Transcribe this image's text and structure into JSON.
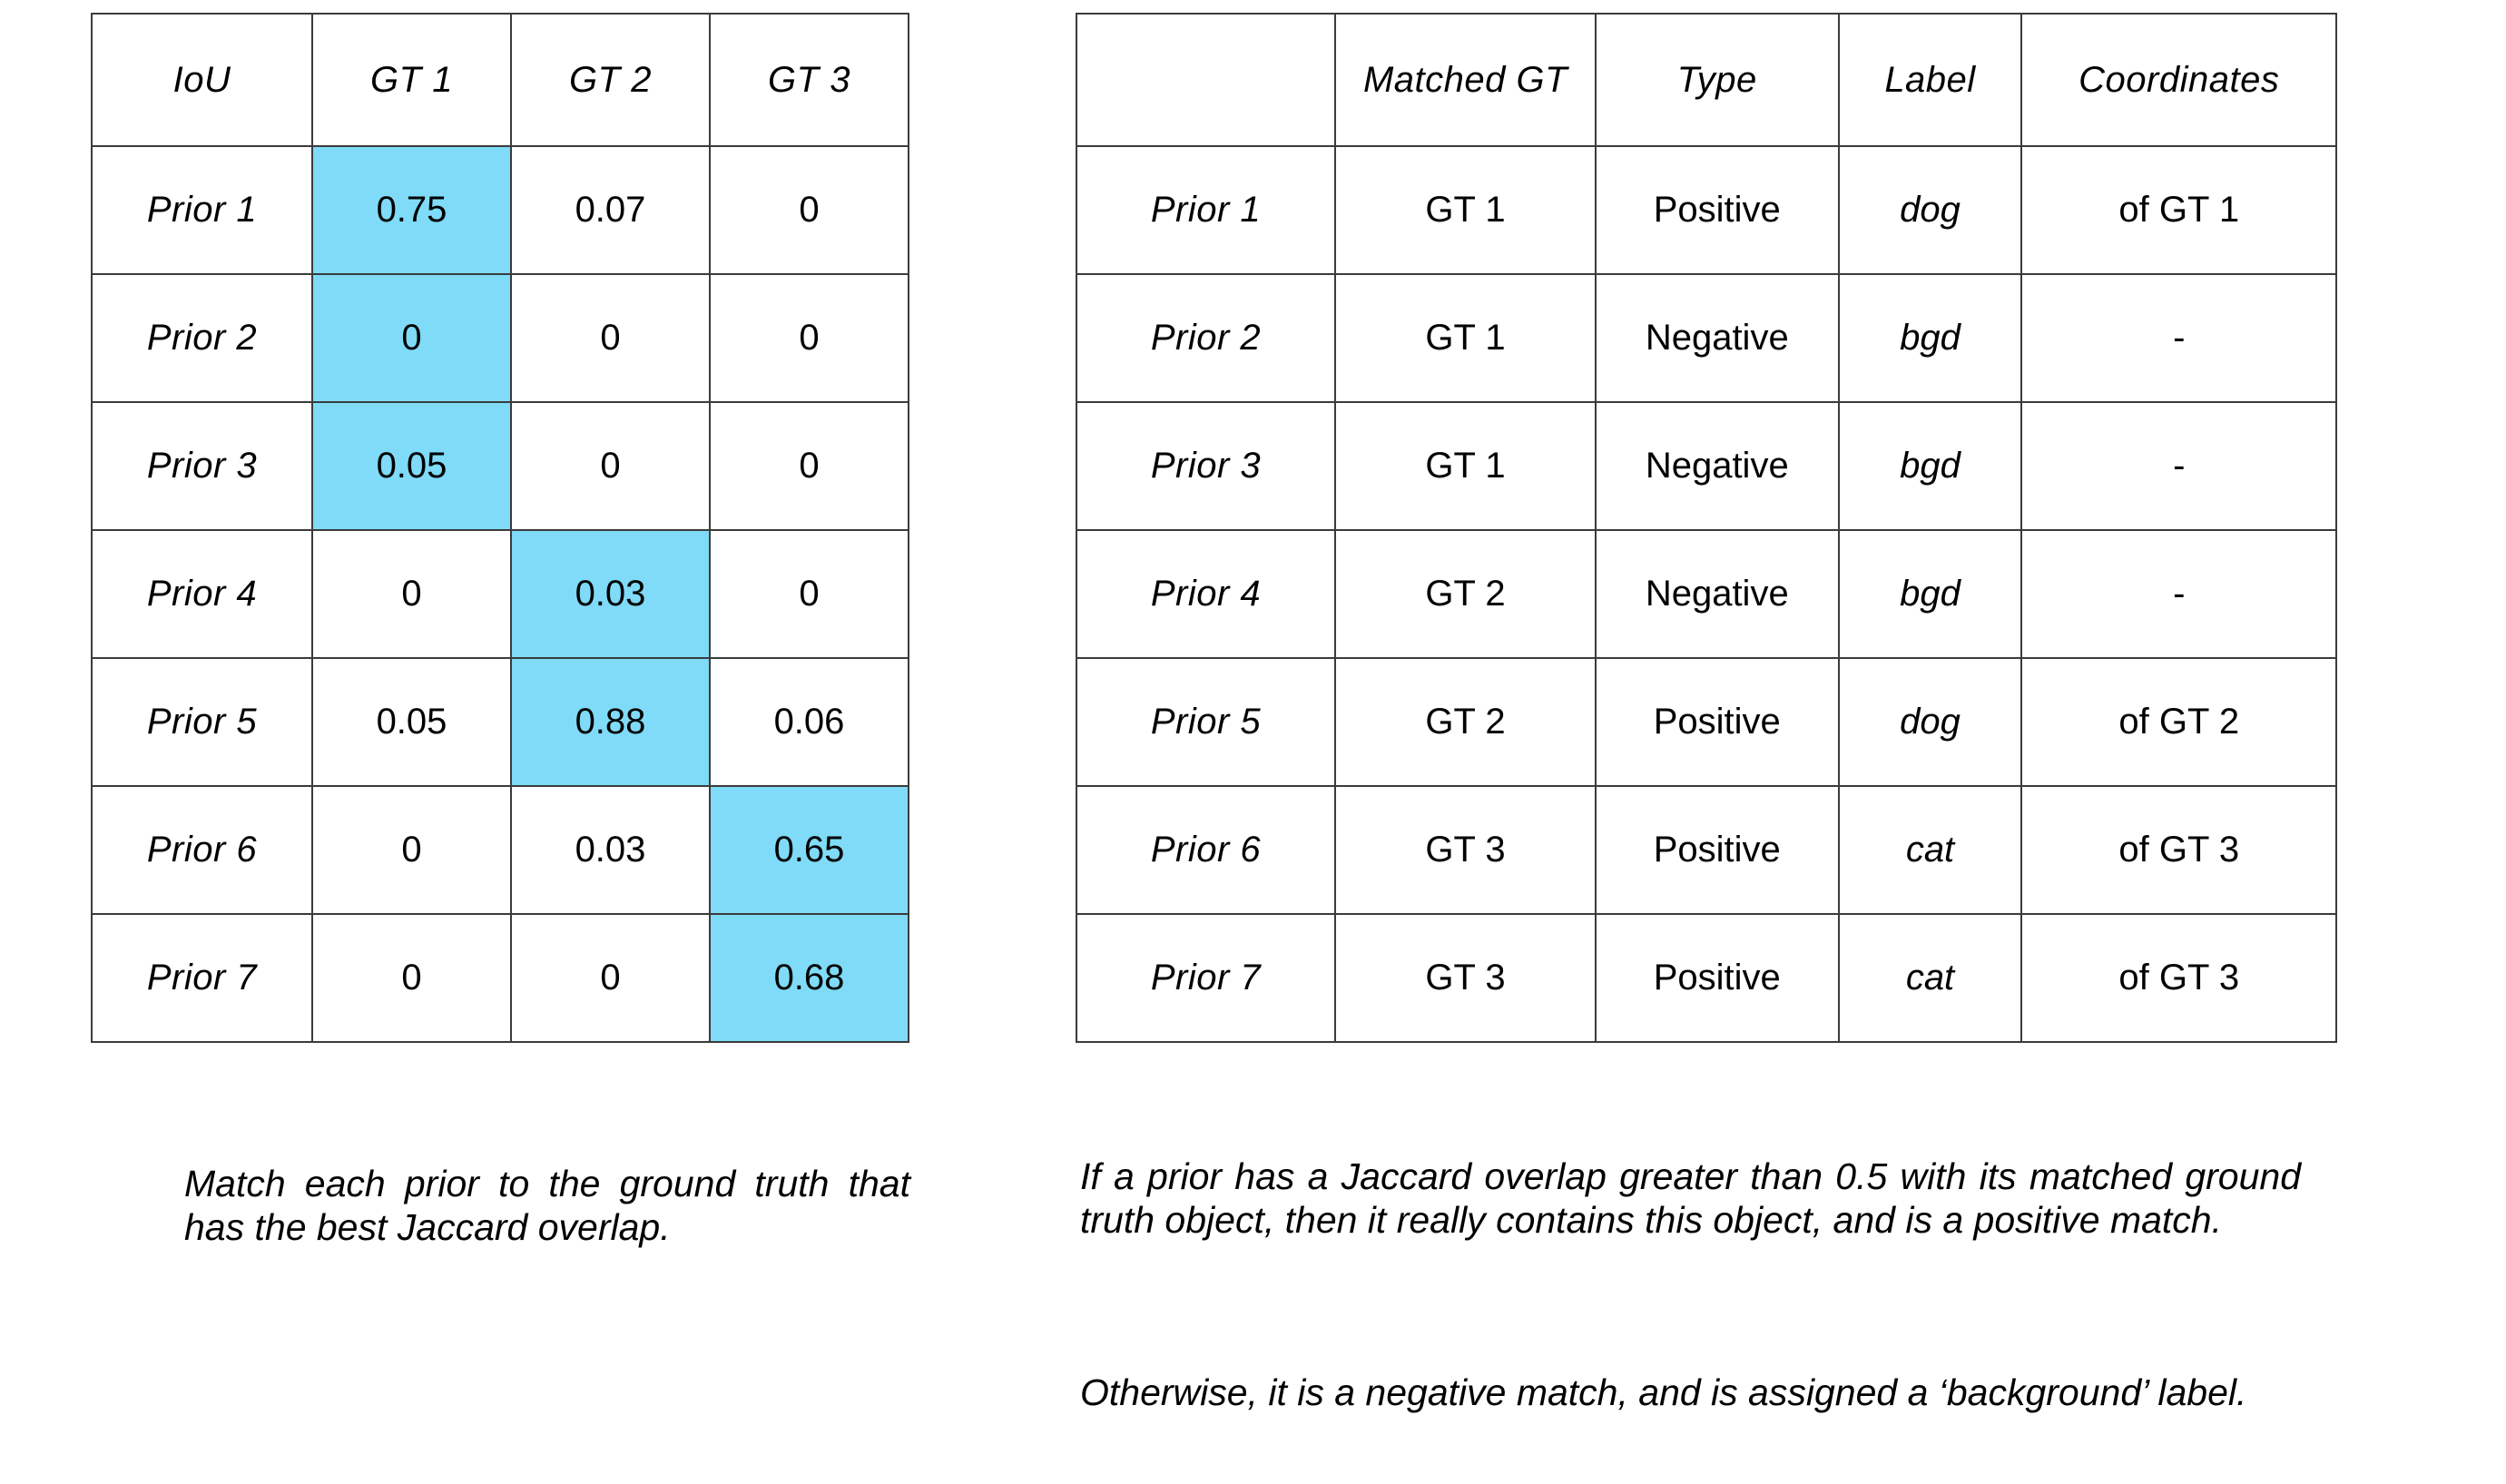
{
  "colors": {
    "highlight": "#7FDBF7",
    "header_bg": "#EFEFEF",
    "border": "#3B3B3B",
    "text": "#000000",
    "page_bg": "#FFFFFF"
  },
  "iou_table": {
    "name": "jaccard-overlap-matrix",
    "headers": [
      "IoU",
      "GT 1",
      "GT 2",
      "GT 3"
    ],
    "rows": [
      {
        "label": "Prior 1",
        "values": [
          "0.75",
          "0.07",
          "0"
        ],
        "highlight": [
          true,
          false,
          false
        ]
      },
      {
        "label": "Prior 2",
        "values": [
          "0",
          "0",
          "0"
        ],
        "highlight": [
          true,
          false,
          false
        ]
      },
      {
        "label": "Prior 3",
        "values": [
          "0.05",
          "0",
          "0"
        ],
        "highlight": [
          true,
          false,
          false
        ]
      },
      {
        "label": "Prior 4",
        "values": [
          "0",
          "0.03",
          "0"
        ],
        "highlight": [
          false,
          true,
          false
        ]
      },
      {
        "label": "Prior 5",
        "values": [
          "0.05",
          "0.88",
          "0.06"
        ],
        "highlight": [
          false,
          true,
          false
        ]
      },
      {
        "label": "Prior 6",
        "values": [
          "0",
          "0.03",
          "0.65"
        ],
        "highlight": [
          false,
          false,
          true
        ]
      },
      {
        "label": "Prior 7",
        "values": [
          "0",
          "0",
          "0.68"
        ],
        "highlight": [
          false,
          false,
          true
        ]
      }
    ]
  },
  "match_table": {
    "name": "prior-matching-results",
    "headers": [
      "",
      "Matched GT",
      "Type",
      "Label",
      "Coordinates"
    ],
    "rows": [
      {
        "label": "Prior 1",
        "matched_gt": "GT 1",
        "type": "Positive",
        "class_label": "dog",
        "coordinates": "of GT 1"
      },
      {
        "label": "Prior 2",
        "matched_gt": "GT 1",
        "type": "Negative",
        "class_label": "bgd",
        "coordinates": "-"
      },
      {
        "label": "Prior 3",
        "matched_gt": "GT 1",
        "type": "Negative",
        "class_label": "bgd",
        "coordinates": "-"
      },
      {
        "label": "Prior 4",
        "matched_gt": "GT 2",
        "type": "Negative",
        "class_label": "bgd",
        "coordinates": "-"
      },
      {
        "label": "Prior 5",
        "matched_gt": "GT 2",
        "type": "Positive",
        "class_label": "dog",
        "coordinates": "of GT 2"
      },
      {
        "label": "Prior 6",
        "matched_gt": "GT 3",
        "type": "Positive",
        "class_label": "cat",
        "coordinates": "of GT 3"
      },
      {
        "label": "Prior 7",
        "matched_gt": "GT 3",
        "type": "Positive",
        "class_label": "cat",
        "coordinates": "of GT 3"
      }
    ]
  },
  "captions": {
    "left": "Match each prior to the ground truth that has the best Jaccard overlap.",
    "right_1": "If a prior has a Jaccard overlap greater than 0.5 with its matched ground truth object, then it really contains this object, and is a positive match.",
    "right_2": "Otherwise, it is a negative match, and is assigned a ‘background’ label."
  }
}
